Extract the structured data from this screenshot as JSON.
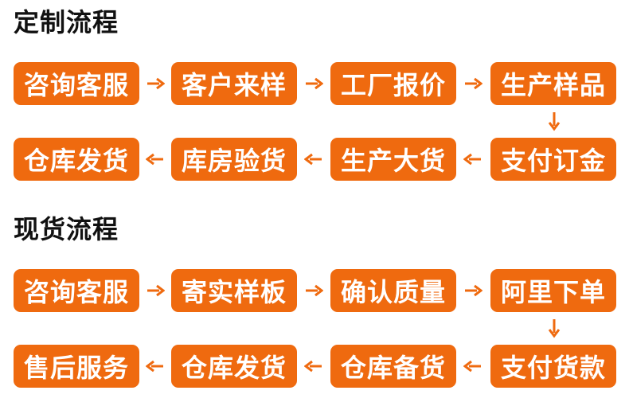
{
  "accent_color": "#ef6a0f",
  "sections": [
    {
      "title": "定制流程",
      "row1": [
        "咨询客服",
        "客户来样",
        "工厂报价",
        "生产样品"
      ],
      "row2": [
        "仓库发货",
        "库房验货",
        "生产大货",
        "支付订金"
      ]
    },
    {
      "title": "现货流程",
      "row1": [
        "咨询客服",
        "寄实样板",
        "确认质量",
        "阿里下单"
      ],
      "row2": [
        "售后服务",
        "仓库发货",
        "仓库备货",
        "支付货款"
      ]
    }
  ],
  "icons": {
    "right": "arrow-right-icon",
    "left": "arrow-left-icon",
    "down": "arrow-down-icon"
  }
}
